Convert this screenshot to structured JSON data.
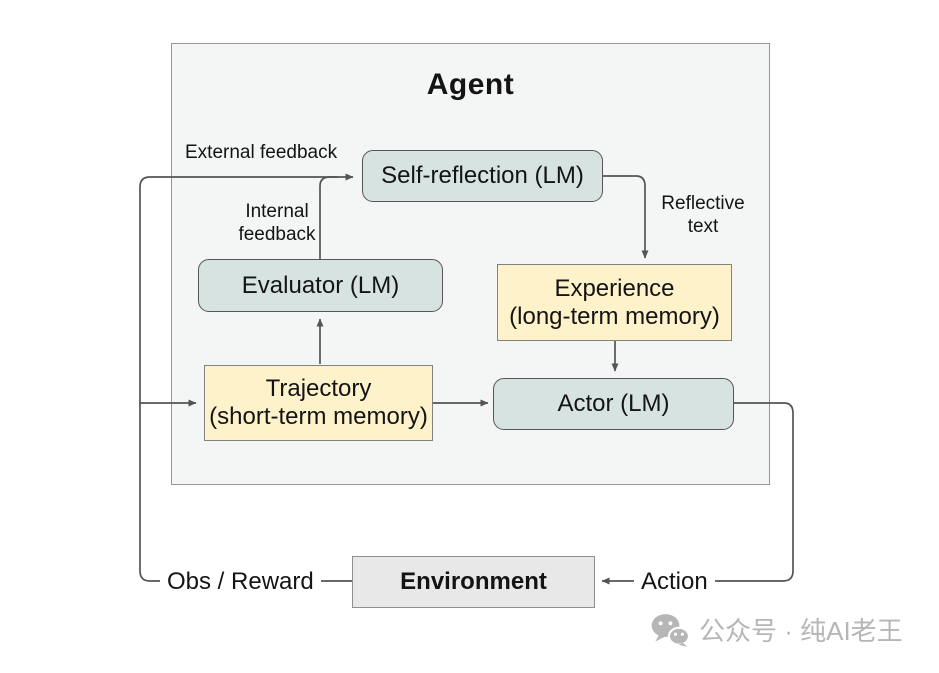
{
  "agent": {
    "title": "Agent"
  },
  "nodes": {
    "self_reflection": {
      "label": "Self-reflection (LM)"
    },
    "evaluator": {
      "label": "Evaluator (LM)"
    },
    "experience": {
      "title": "Experience",
      "subtitle": "(long-term memory)"
    },
    "trajectory": {
      "title": "Trajectory",
      "subtitle": "(short-term memory)"
    },
    "actor": {
      "label": "Actor (LM)"
    },
    "environment": {
      "label": "Environment"
    }
  },
  "edge_labels": {
    "external_feedback": "External feedback",
    "internal_feedback": {
      "line1": "Internal",
      "line2": "feedback"
    },
    "reflective_text": {
      "line1": "Reflective",
      "line2": "text"
    },
    "obs_reward": "Obs / Reward",
    "action": "Action"
  },
  "watermark": {
    "label": "公众号 · 纯AI老王",
    "icon": "wechat-icon"
  },
  "colors": {
    "lm_node_fill": "#d7e3e1",
    "memory_node_fill": "#fdf2ca",
    "environment_fill": "#e8e8e8",
    "agent_fill": "#f4f5f5",
    "connector": "#545454",
    "watermark": "#b6b6b6"
  }
}
